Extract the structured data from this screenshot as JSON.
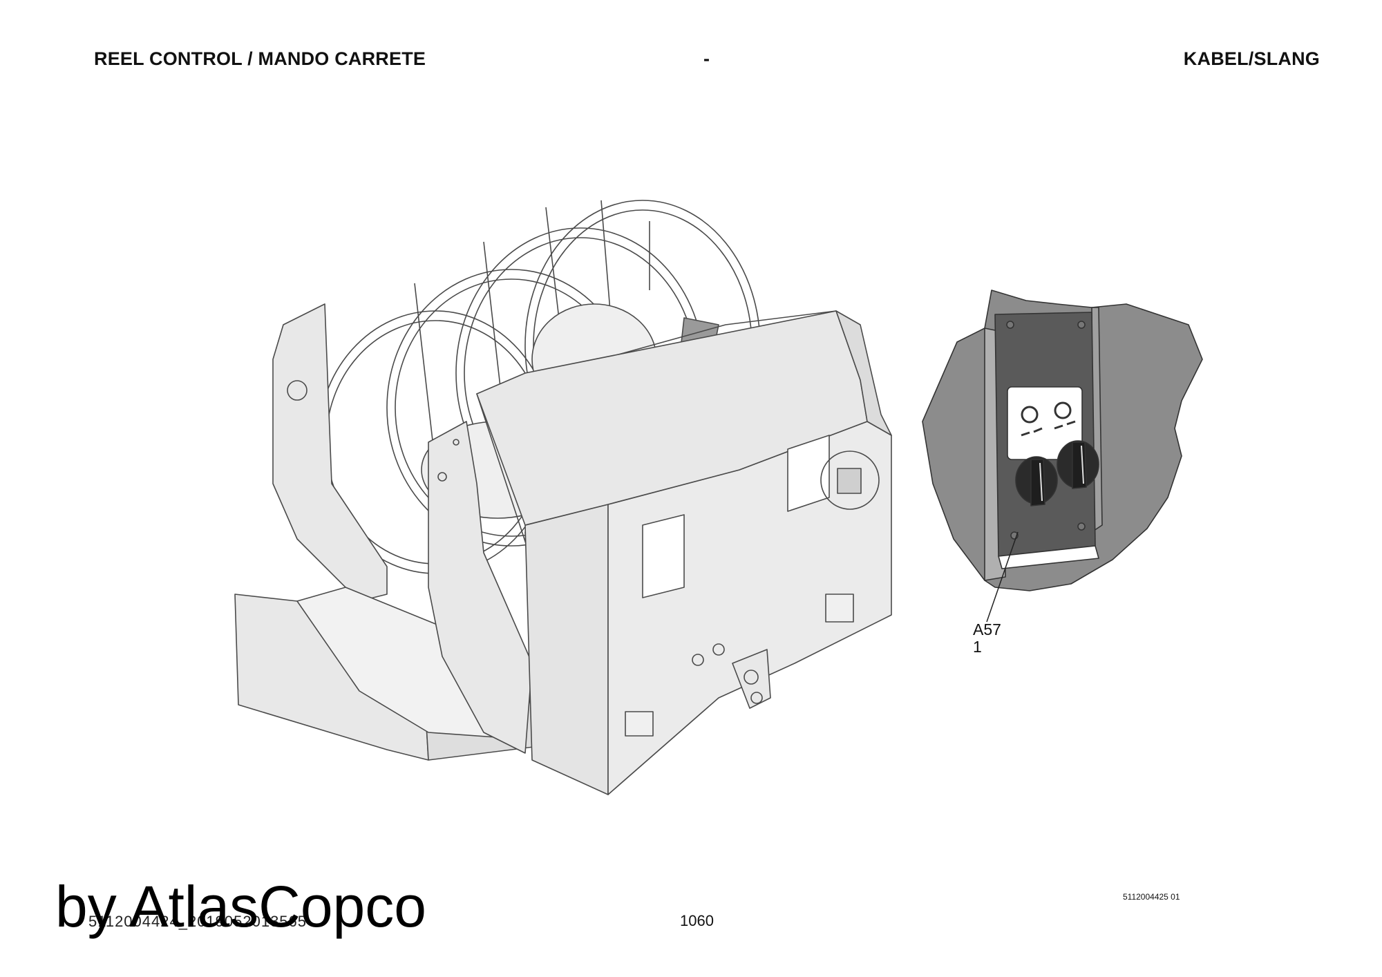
{
  "header": {
    "left_title": "REEL CONTROL / MANDO CARRETE",
    "center": "-",
    "right_title": "KABEL/SLANG"
  },
  "callout": {
    "reference": "A57",
    "quantity": "1"
  },
  "footer": {
    "drawing_number": "5112004425 01",
    "page_number": "1060",
    "document_code": "5112004424_2019052013565",
    "watermark": "by AtlasCopco"
  },
  "colors": {
    "line": "#4a4a4a",
    "part_fill": "#e8e8e8",
    "detail_fill": "#8c8c8c",
    "box_fill": "#5a5a5a"
  }
}
